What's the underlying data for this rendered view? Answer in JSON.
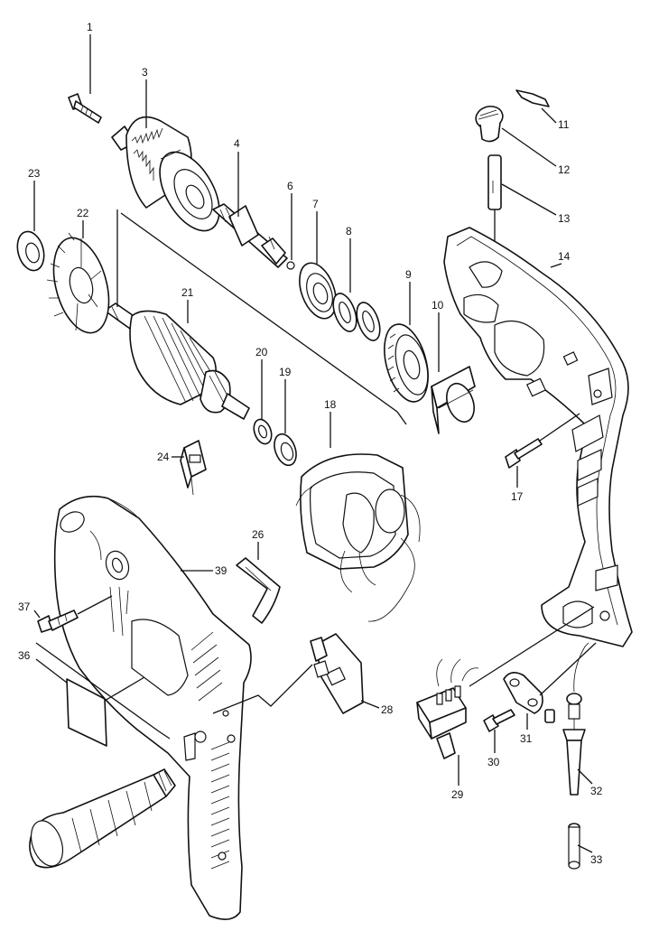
{
  "diagram": {
    "labels": {
      "p1": "1",
      "p3": "3",
      "p4": "4",
      "p6": "6",
      "p7": "7",
      "p8": "8",
      "p9": "9",
      "p10": "10",
      "p11": "11",
      "p12": "12",
      "p13": "13",
      "p14": "14",
      "p17": "17",
      "p18": "18",
      "p19": "19",
      "p20": "20",
      "p21": "21",
      "p22": "22",
      "p23": "23",
      "p24": "24",
      "p26": "26",
      "p28": "28",
      "p29": "29",
      "p30": "30",
      "p31": "31",
      "p32": "32",
      "p33": "33",
      "p36": "36",
      "p37": "37",
      "p39": "39"
    }
  }
}
